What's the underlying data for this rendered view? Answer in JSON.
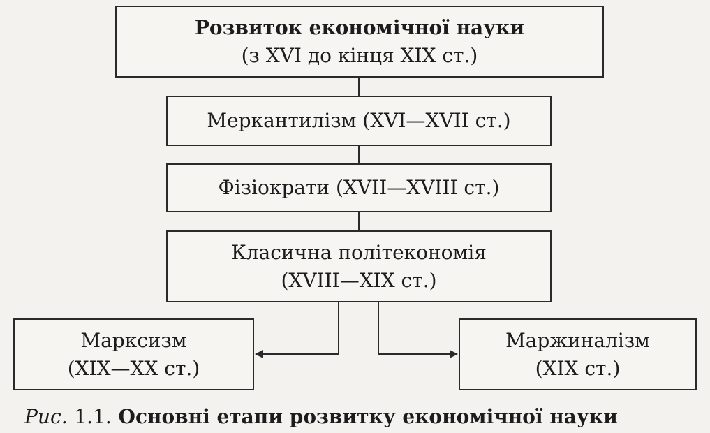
{
  "diagram": {
    "root": {
      "line1": "Розвиток економічної науки",
      "line2": "(з XVI до кінця XIX ст.)"
    },
    "mercantilism": {
      "line1": "Меркантилізм (XVI—XVII ст.)"
    },
    "physiocrats": {
      "line1": "Фізіократи (XVII—XVIII ст.)"
    },
    "classical": {
      "line1": "Класична політекономія",
      "line2": "(XVIII—XIX ст.)"
    },
    "marxism": {
      "line1": "Марксизм",
      "line2": "(XIX—XX ст.)"
    },
    "marginalism": {
      "line1": "Маржиналізм",
      "line2": "(XIX ст.)"
    },
    "edges": [
      {
        "from": "root",
        "to": "mercantilism",
        "arrow": false
      },
      {
        "from": "mercantilism",
        "to": "physiocrats",
        "arrow": false
      },
      {
        "from": "physiocrats",
        "to": "classical",
        "arrow": false
      },
      {
        "from": "classical",
        "to": "marxism",
        "arrow": true
      },
      {
        "from": "classical",
        "to": "marginalism",
        "arrow": true
      }
    ]
  },
  "caption": {
    "prefix": "Рис.",
    "number": "1.1.",
    "text": "Основні етапи розвитку економічної науки"
  },
  "colors": {
    "stroke": "#2a2a2a",
    "background": "#f3f2ef"
  }
}
